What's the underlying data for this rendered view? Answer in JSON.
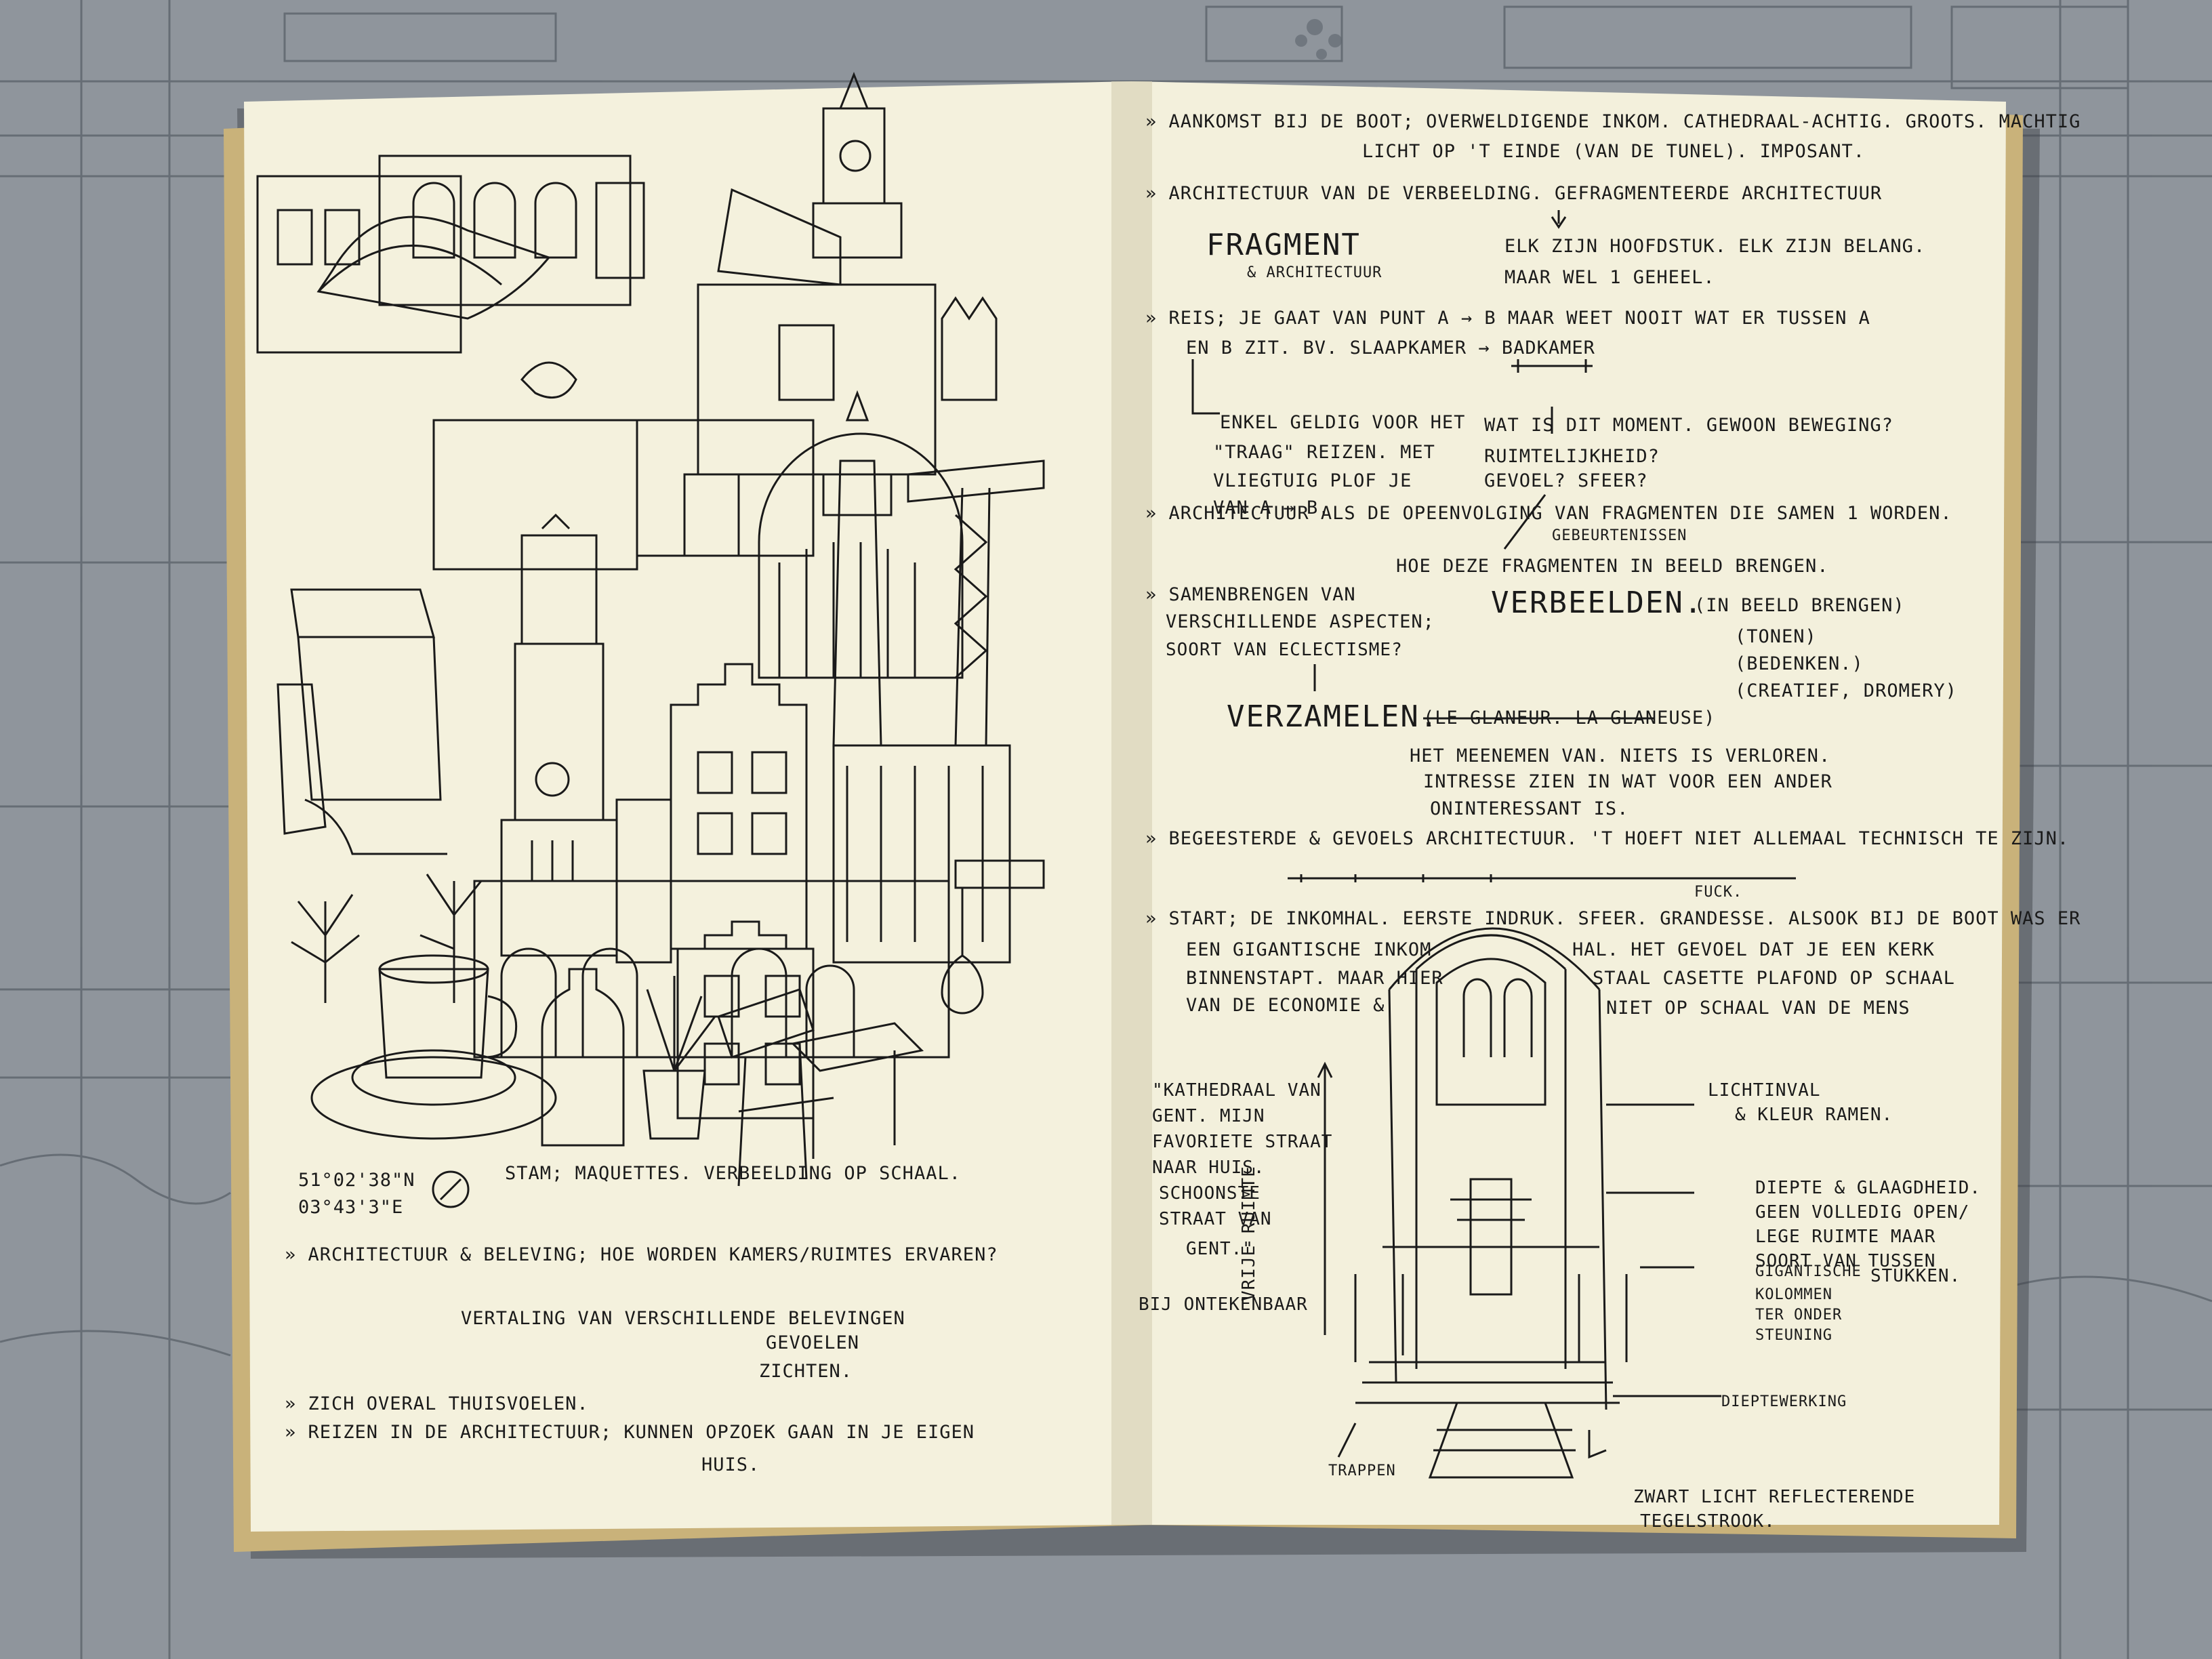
{
  "colors": {
    "background": "#8f959c",
    "paper": "#f4f1dd",
    "ink": "#1a1a1a",
    "page_edge": "#c9b27a"
  },
  "left_page": {
    "coordinates": [
      "51°02'38\"N",
      "03°43'3\"E"
    ],
    "caption": "STAM; MAQUETTES. VERBEELDING OP SCHAAL.",
    "notes": [
      "» ARCHITECTUUR & BELEVING; HOE WORDEN KAMERS/RUIMTES ERVAREN?",
      "VERTALING VAN VERSCHILLENDE BELEVINGEN",
      "GEVOELEN",
      "ZICHTEN.",
      "» ZICH OVERAL THUISVOELEN.",
      "» REIZEN IN DE ARCHITECTUUR; KUNNEN OPZOEK GAAN IN JE EIGEN",
      "HUIS."
    ]
  },
  "right_page": {
    "lines": [
      "» AANKOMST BIJ DE BOOT; OVERWELDIGENDE INKOM. CATHEDRAAL-ACHTIG. GROOTS. MACHTIG",
      "LICHT OP 'T EINDE (VAN DE TUNEL). IMPOSANT.",
      "» ARCHITECTUUR VAN DE VERBEELDING. GEFRAGMENTEERDE ARCHITECTUUR",
      "FRAGMENT",
      "& ARCHITECTUUR",
      "ELK ZIJN HOOFDSTUK. ELK ZIJN BELANG.",
      "MAAR WEL 1 GEHEEL.",
      "» REIS; JE GAAT VAN PUNT A → B MAAR WEET NOOIT WAT ER TUSSEN A",
      "EN B ZIT. BV. SLAAPKAMER → BADKAMER",
      "ENKEL GELDIG VOOR HET",
      "\"TRAAG\" REIZEN. MET",
      "VLIEGTUIG PLOF JE",
      "VAN A → B.",
      "WAT IS DIT MOMENT. GEWOON BEWEGING?",
      "RUIMTELIJKHEID?",
      "GEVOEL? SFEER?",
      "» ARCHITECTUUR ALS DE OPEENVOLGING VAN FRAGMENTEN DIE SAMEN 1 WORDEN.",
      "GEBEURTENISSEN",
      "HOE DEZE FRAGMENTEN IN BEELD BRENGEN.",
      "» SAMENBRENGEN VAN",
      "VERSCHILLENDE ASPECTEN;",
      "SOORT VAN ECLECTISME?",
      "VERBEELDEN.",
      "(IN BEELD BRENGEN)",
      "(TONEN)",
      "(BEDENKEN.)",
      "(CREATIEF, DROMERY)",
      "VERZAMELEN.",
      "(LE GLANEUR. LA GLANEUSE)",
      "HET MEENEMEN VAN. NIETS IS VERLOREN.",
      "INTRESSE ZIEN IN WAT VOOR EEN ANDER",
      "ONINTERESSANT IS.",
      "» BEGEESTERDE & GEVOELS ARCHITECTUUR. 'T HOEFT NIET ALLEMAAL TECHNISCH TE ZIJN.",
      "FUCK.",
      "» START; DE INKOMHAL. EERSTE INDRUK. SFEER. GRANDESSE. ALSOOK BIJ DE BOOT WAS ER",
      "EEN GIGANTISCHE INKOM",
      "HAL. HET GEVOEL DAT JE EEN KERK",
      "BINNENSTAPT. MAAR HIER",
      "STAAL CASETTE PLAFOND OP SCHAAL",
      "VAN DE ECONOMIE &",
      "NIET OP SCHAAL VAN DE MENS",
      "\"KATHEDRAAL VAN",
      "GENT. MIJN",
      "FAVORIETE STRAAT",
      "NAAR HUIS.",
      "SCHOONSTE",
      "STRAAT VAN",
      "GENT.\"",
      "BIJ ONTEKENBAAR",
      "VRIJE RUIMTE",
      "LICHTINVAL",
      "& KLEUR RAMEN.",
      "DIEPTE & GLAAGDHEID.",
      "GEEN VOLLEDIG OPEN/",
      "LEGE RUIMTE MAAR",
      "SOORT VAN TUSSEN",
      "STUKKEN.",
      "GIGANTISCHE",
      "KOLOMMEN",
      "TER ONDER",
      "STEUNING",
      "DIEPTEWERKING",
      "TRAPPEN",
      "ZWART LICHT REFLECTERENDE",
      "TEGELSTROOK."
    ]
  }
}
